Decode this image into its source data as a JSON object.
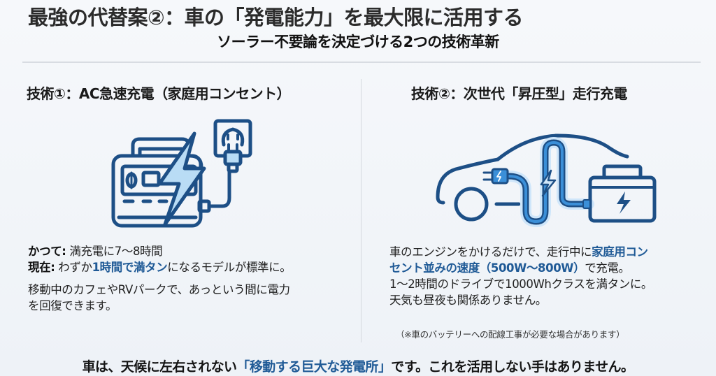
{
  "header": {
    "title": "最強の代替案②：車の「発電能力」を最大限に活用する",
    "subtitle": "ソーラー不要論を決定づける2つの技術革新"
  },
  "left": {
    "heading": "技術①：AC急速充電（家庭用コンセント）",
    "icon": "portable-power-station-with-plug-icon",
    "line1_label": "かつて:",
    "line1_text": " 満充電に7〜8時間",
    "line2_label": "現在:",
    "line2_pre": " わずか",
    "line2_highlight": "1時間で満タン",
    "line2_post": "になるモデルが標準に。",
    "para2_line1": "移動中のカフェやRVパークで、あっという間に電力",
    "para2_line2": "を回復できます。"
  },
  "right": {
    "heading": "技術②：次世代「昇圧型」走行充電",
    "icon": "car-charging-battery-icon",
    "line1_pre": "車のエンジンをかけるだけで、走行中に",
    "line1_highlight": "家庭用コン",
    "line2_highlight": "セント並みの速度（500W〜800W）",
    "line2_post": "で充電。",
    "line3": "1〜2時間のドライブで1000Whクラスを満タンに。",
    "line4": "天気も昼夜も関係ありません。",
    "note": "（※車のバッテリーへの配線工事が必要な場合があります）"
  },
  "footer": {
    "pre": "車は、天候に左右されない",
    "highlight": "「移動する巨大な発電所」",
    "post": "です。これを活用しない手はありません。"
  },
  "colors": {
    "accent_blue": "#1f5a96",
    "icon_stroke": "#1d4f86",
    "icon_fill": "#b9dcf5",
    "divider": "#d8dce2"
  }
}
